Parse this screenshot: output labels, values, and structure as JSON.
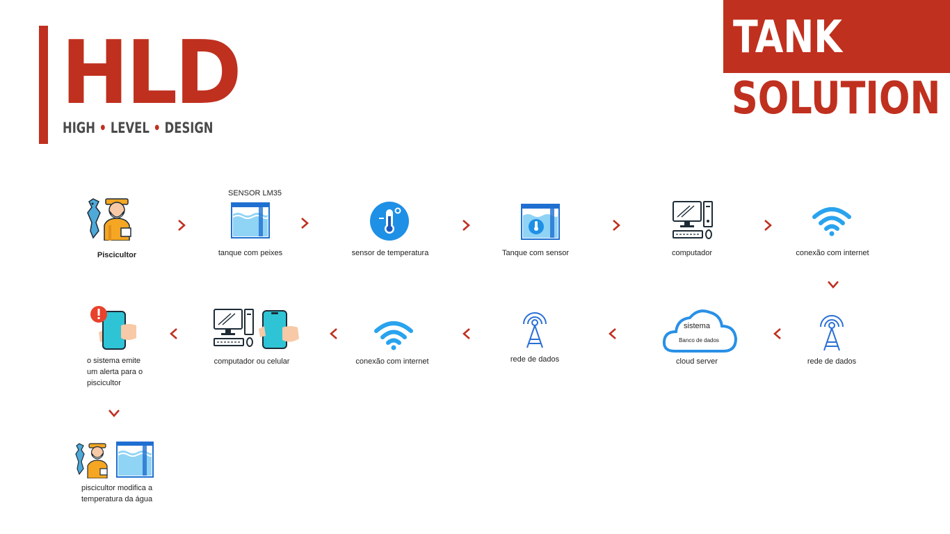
{
  "logo": {
    "main": "HLD",
    "sub_parts": [
      "HIGH",
      "LEVEL",
      "DESIGN"
    ],
    "dot": "•",
    "accent_color": "#c0301f"
  },
  "title": {
    "line1": "TANK",
    "line2": "SOLUTION"
  },
  "flow": {
    "row1": [
      {
        "label": "Piscicultor",
        "icon": "fisherman-icon"
      },
      {
        "label": "tanque com peixes",
        "caption": "SENSOR LM35",
        "icon": "fish-tank-icon"
      },
      {
        "label": "sensor de temperatura",
        "icon": "thermometer-icon"
      },
      {
        "label": "Tanque com sensor",
        "icon": "tank-with-sensor-icon"
      },
      {
        "label": "computador",
        "icon": "computer-icon"
      },
      {
        "label": "conexão com internet",
        "icon": "wifi-icon"
      }
    ],
    "row2": [
      {
        "label": "rede de dados",
        "icon": "antenna-icon"
      },
      {
        "label": "cloud server",
        "icon": "cloud-icon",
        "cloud_title": "sistema",
        "cloud_sub": "Banco de dados"
      },
      {
        "label": "rede de dados",
        "icon": "antenna-icon"
      },
      {
        "label": "conexão com internet",
        "icon": "wifi-icon"
      },
      {
        "label": "computador ou celular",
        "icon": "computer-phone-icon"
      },
      {
        "label_lines": [
          "o sistema emite",
          "um alerta para o",
          "piscicultor"
        ],
        "icon": "phone-alert-icon"
      }
    ],
    "row3": [
      {
        "label_lines": [
          "piscicultor modifica a",
          "temperatura da água"
        ],
        "icon": "fisherman-tank-icon"
      }
    ]
  }
}
